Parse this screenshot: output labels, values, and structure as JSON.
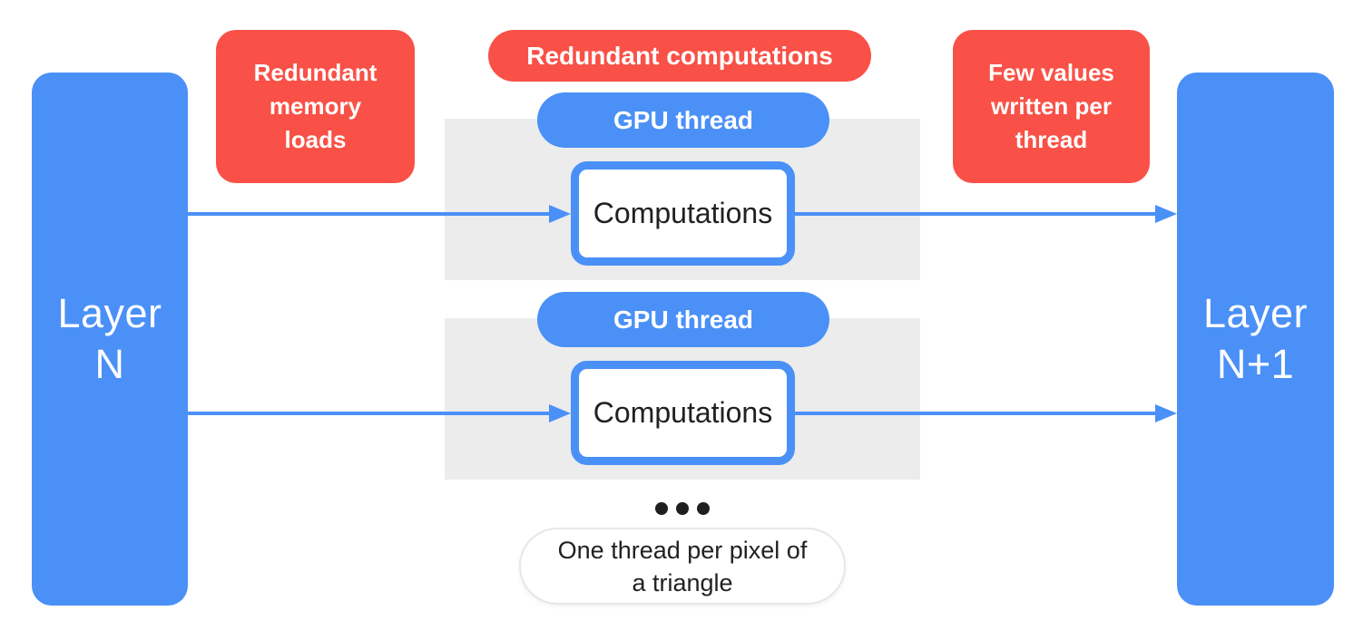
{
  "layers": {
    "left": "Layer N",
    "right": "Layer N+1"
  },
  "annotations": {
    "memory": "Redundant memory loads",
    "computations": "Redundant computations",
    "writes": "Few values written per thread"
  },
  "threads": [
    {
      "label": "GPU thread",
      "box": "Computations"
    },
    {
      "label": "GPU thread",
      "box": "Computations"
    }
  ],
  "icons": {
    "ellipsis": "three-dots",
    "arrowhead": "right-triangle"
  },
  "caption": "One thread per pixel of a triangle",
  "colors": {
    "blue": "#4A90F7",
    "red": "#F95147",
    "gray_band": "#ECECEC",
    "dark_text": "#202124",
    "caption_border": "#E7E7E7",
    "dot_color": "#1F1F1F"
  }
}
